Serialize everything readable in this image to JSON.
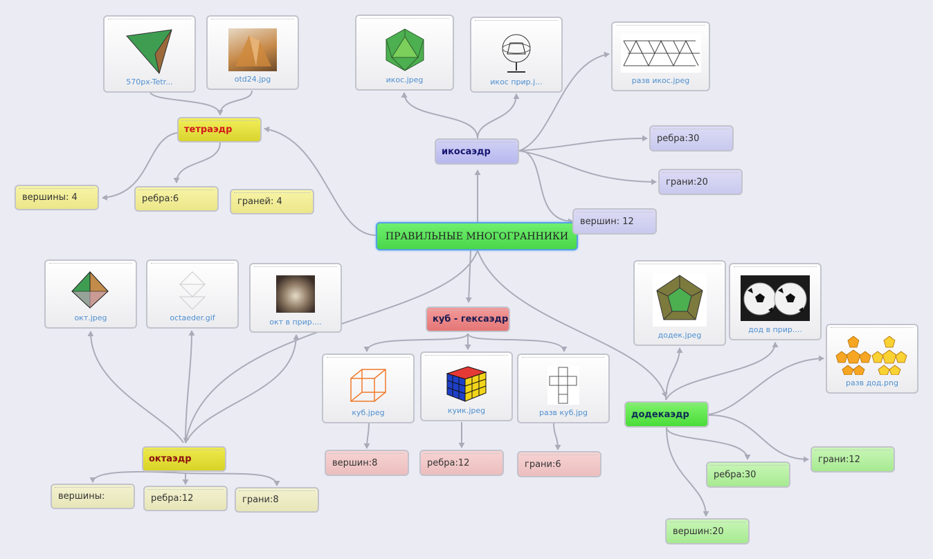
{
  "central": "ПРАВИЛЬНЫЕ МНОГОГРАННИКИ",
  "tetra": {
    "title": "тетраэдр",
    "vertices": "вершины: 4",
    "edges": "ребра:6",
    "faces": "граней: 4",
    "images": [
      "570px-Tetr...",
      "otd24.jpg"
    ]
  },
  "icosa": {
    "title": "икосаэдр",
    "edges": "ребра:30",
    "faces": "грани:20",
    "vertices": "вершин: 12",
    "images": [
      "икос.jpeg",
      "икос прир.j...",
      "разв икос.jpeg"
    ]
  },
  "octa": {
    "title": "октаэдр",
    "vertices": "вершины:",
    "edges": "ребра:12",
    "faces": "грани:8",
    "images": [
      "окт.jpeg",
      "octaeder.gif",
      "окт в прир...."
    ]
  },
  "cube": {
    "title": "куб - гексаэдр",
    "vertices": "вершин:8",
    "edges": "ребра:12",
    "faces": "грани:6",
    "images": [
      "куб.jpeg",
      "куик.jpeg",
      "разв куб.jpg"
    ]
  },
  "dodeca": {
    "title": "додекаэдр",
    "edges": "ребра:30",
    "faces": "грани:12",
    "vertices": "вершин:20",
    "images": [
      "додек.jpeg",
      "дод в прир....",
      "разв дод.png"
    ]
  },
  "colors": {
    "canvas": "#ebebf4",
    "connector": "#a9acb8",
    "central": "#55dd55",
    "caption": "#4f8fcf"
  }
}
